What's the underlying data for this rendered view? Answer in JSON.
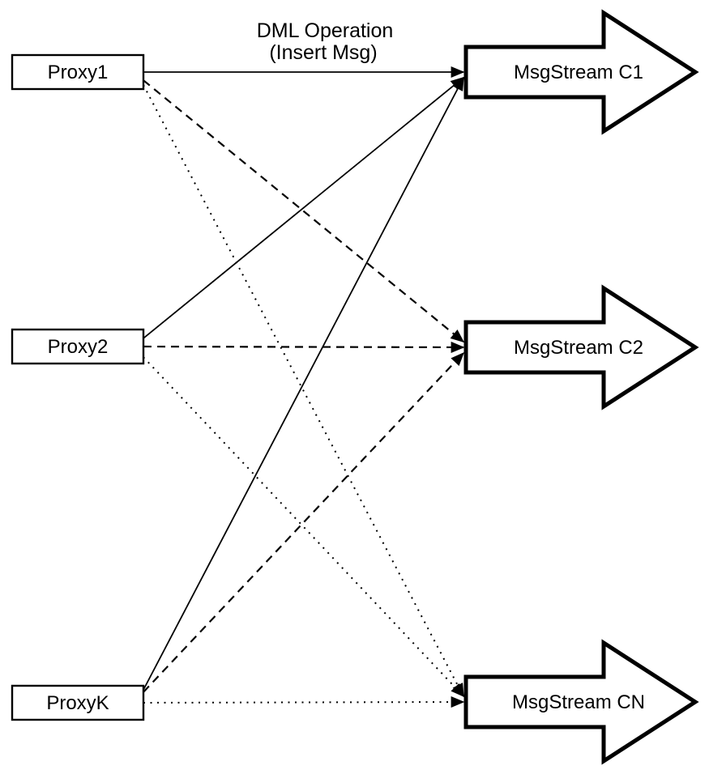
{
  "title": {
    "line1": "DML Operation",
    "line2": "(Insert Msg)"
  },
  "proxies": [
    {
      "label": "Proxy1"
    },
    {
      "label": "Proxy2"
    },
    {
      "label": "ProxyK"
    }
  ],
  "streams": [
    {
      "label": "MsgStream C1"
    },
    {
      "label": "MsgStream C2"
    },
    {
      "label": "MsgStream CN"
    }
  ],
  "connections": [
    {
      "from": "Proxy1",
      "to": "MsgStream C1",
      "style": "solid"
    },
    {
      "from": "Proxy1",
      "to": "MsgStream C2",
      "style": "dashed"
    },
    {
      "from": "Proxy1",
      "to": "MsgStream CN",
      "style": "dotted"
    },
    {
      "from": "Proxy2",
      "to": "MsgStream C1",
      "style": "solid"
    },
    {
      "from": "Proxy2",
      "to": "MsgStream C2",
      "style": "dashed"
    },
    {
      "from": "Proxy2",
      "to": "MsgStream CN",
      "style": "dotted"
    },
    {
      "from": "ProxyK",
      "to": "MsgStream C1",
      "style": "solid"
    },
    {
      "from": "ProxyK",
      "to": "MsgStream C2",
      "style": "dashed"
    },
    {
      "from": "ProxyK",
      "to": "MsgStream CN",
      "style": "dotted"
    }
  ],
  "colors": {
    "ink": "#000000",
    "paper": "#ffffff"
  }
}
